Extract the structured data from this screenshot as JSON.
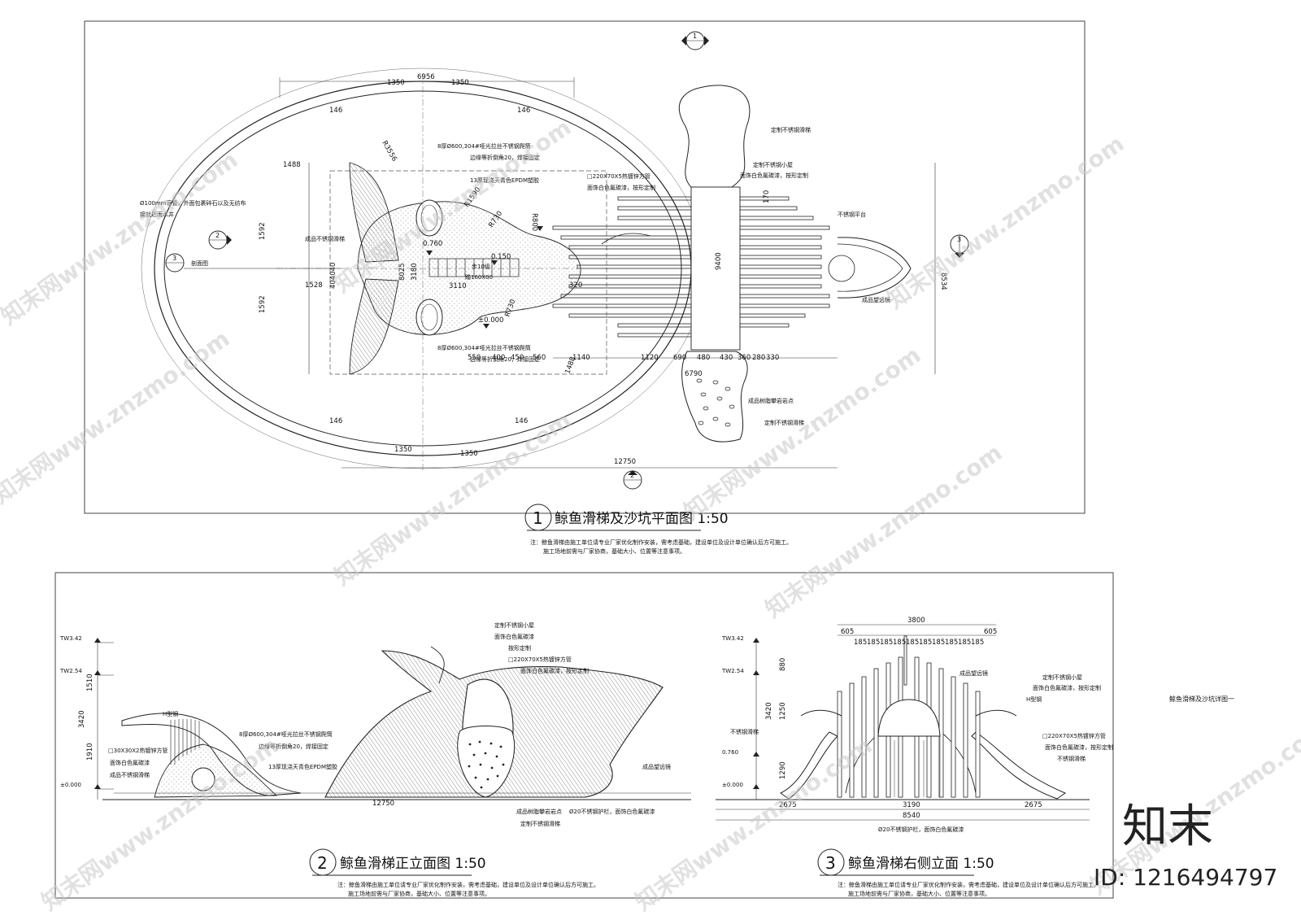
{
  "sheet_title": "鲸鱼滑梯及沙坑详图一",
  "plan": {
    "view_title": "鲸鱼滑梯及沙坑平面图 1:50",
    "view_number": "1",
    "callout_top": "1",
    "callout_left": "2",
    "callout_left2": "3",
    "callout_left2_label": "剖面图",
    "callout_right": "3",
    "callout_bottom": "2",
    "note_1": "注：鲸鱼滑梯由施工单位请专业厂家优化制作安装，需考虑基础，建设单位及设计单位确认后方可施工。",
    "note_2": "施工场地前需与厂家协商，基础大小、位置等注意事项。",
    "dims_top": [
      "1350",
      "6956",
      "1350"
    ],
    "dims_arc": [
      "146",
      "1488",
      "146"
    ],
    "dim_bottom": "12750",
    "dim_right": "8534",
    "dims_left": [
      "1592",
      "1592",
      "1528"
    ],
    "dims_bottom_row": [
      "550",
      "400",
      "450",
      "560",
      "1140",
      "1120",
      "690",
      "480",
      "430",
      "360",
      "280",
      "330"
    ],
    "dim_6790": "6790",
    "dims_misc": [
      "R3556",
      "R1590",
      "R730",
      "R800",
      "R730",
      "3180",
      "8025",
      "320",
      "3110",
      "0.760",
      "0.150",
      "±0.000",
      "404040",
      "170",
      "9400",
      "1350",
      "1350",
      "146",
      "146",
      "1488"
    ],
    "labels": {
      "pipe": "Ø100mm盲管，外面包裹碎石以及无纺布",
      "pipe2": "接就近雨水井",
      "slide_pipe_top": "8厚Ø600,304#哑光拉丝不锈钢爬筒",
      "slide_pipe_top2": "边缘等折倒角20，焊接固定",
      "epdm": "13厚现浇天青色EPDM塑胶",
      "steel_slide": "成品不锈钢滑梯",
      "slide_pipe_bot": "8厚Ø600,304#哑光拉丝不锈钢爬筒",
      "slide_pipe_bot2": "边缘等折倒角20，焊接固定",
      "custom_slide": "定制不锈钢滑梯",
      "custom_house": "定制不锈钢小屋",
      "house_paint": "面饰白色氟碳漆，按形定制",
      "tube": "□220X70X5热镀锌方管",
      "tube_paint": "面饰白色氟碳漆，按形定制",
      "platform": "不锈钢平台",
      "telescope": "成品望远镜",
      "climb": "成品树脂攀岩岩点",
      "custom_slide2": "定制不锈钢滑梯",
      "steps": "步10级",
      "step_size": "踏160X00"
    }
  },
  "front": {
    "view_title": "鲸鱼滑梯正立面图 1:50",
    "view_number": "2",
    "levels": [
      "TW3.42",
      "TW2.54",
      "±0.000"
    ],
    "dims_left": [
      "1510",
      "3420",
      "1910"
    ],
    "dim_bottom": "12750",
    "labels": {
      "hsteel": "H型钢",
      "square_tube": "□30X30X2热镀锌方管",
      "paint": "面饰白色氟碳漆",
      "steel_slide": "成品不锈钢滑梯",
      "pipe": "8厚Ø600,304#哑光拉丝不锈钢爬筒",
      "pipe2": "边缘等折倒角20，焊接固定",
      "epdm": "13厚现浇天青色EPDM塑胶",
      "house": "定制不锈钢小屋",
      "house_paint": "面饰白色氟碳漆",
      "house_paint2": "按形定制",
      "tube": "□220X70X5热镀锌方管",
      "tube_paint": "面饰白色氟碳漆，按形定制",
      "telescope": "成品望远镜",
      "climb": "成品树脂攀岩岩点",
      "rail": "Ø20不锈钢护栏，面饰白色氟碳漆",
      "custom_slide": "定制不锈钢滑梯"
    },
    "note_1": "注：鲸鱼滑梯由施工单位请专业厂家优化制作安装，需考虑基础，建设单位及设计单位确认后方可施工。",
    "note_2": "施工场地前需与厂家协商，基础大小、位置等注意事项。"
  },
  "side": {
    "view_title": "鲸鱼滑梯右侧立面 1:50",
    "view_number": "3",
    "levels": [
      "TW3.42",
      "TW2.54",
      "0.760",
      "±0.000"
    ],
    "dim_top": "3800",
    "dims_top_row": [
      "605",
      "185",
      "185",
      "185",
      "185",
      "185",
      "185",
      "185",
      "185",
      "185",
      "185",
      "605"
    ],
    "dims_left": [
      "880",
      "3420",
      "1250",
      "1290"
    ],
    "dims_bottom": [
      "2675",
      "3190",
      "2675"
    ],
    "dim_total": "8540",
    "labels": {
      "slide": "不锈钢滑梯",
      "telescope": "成品望远镜",
      "house": "定制不锈钢小屋",
      "house_paint": "面饰白色氟碳漆，按形定制",
      "hsteel": "H型钢",
      "tube": "□220X70X5热镀锌方管",
      "tube_paint": "面饰白色氟碳漆，按形定制",
      "slide2": "不锈钢滑梯",
      "rail": "Ø20不锈钢护栏，面饰白色氟碳漆"
    },
    "note_1": "注：鲸鱼滑梯由施工单位请专业厂家优化制作安装，需考虑基础，建设单位及设计单位确认后方可施工。",
    "note_2": "施工场地前需与厂家协商，基础大小、位置等注意事项。"
  },
  "watermark": "知末网www.znzmo.com",
  "brand": {
    "logo": "知末",
    "id": "ID: 1216494797"
  }
}
